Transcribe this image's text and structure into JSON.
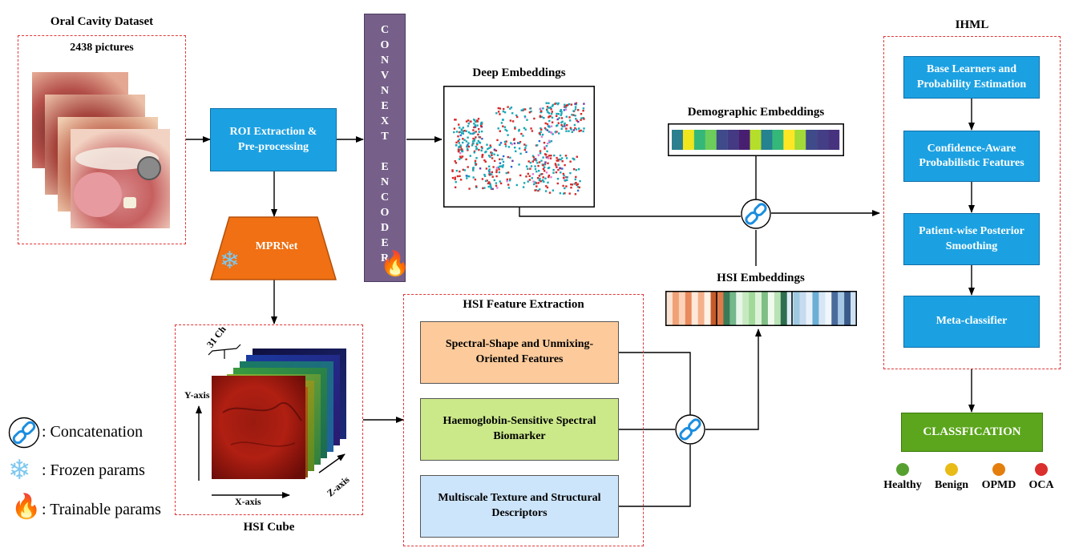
{
  "dataset": {
    "title": "Oral Cavity Dataset",
    "count_label": "2438 pictures"
  },
  "roi": {
    "label_line1": "ROI Extraction &",
    "label_line2": "Pre-processing"
  },
  "mprnet": {
    "label": "MPRNet"
  },
  "encoder": {
    "letters": [
      "C",
      "O",
      "N",
      "V",
      "N",
      "E",
      "X",
      "T",
      "",
      "E",
      "N",
      "C",
      "O",
      "D",
      "E",
      "R"
    ]
  },
  "deep": {
    "title": "Deep Embeddings"
  },
  "demographic": {
    "title": "Demographic Embeddings",
    "colors": [
      "#2c7f8e",
      "#f1e51d",
      "#35b779",
      "#6ccd5a",
      "#3e4a89",
      "#443983",
      "#481f70",
      "#b5de2b",
      "#26828e",
      "#35b779",
      "#fde725",
      "#a2da37",
      "#3e4a89",
      "#433e85",
      "#46327e"
    ]
  },
  "hsi_emb": {
    "title": "HSI Embeddings",
    "colors": [
      "#fbe3d2",
      "#f0a277",
      "#fcd3b8",
      "#e88a5c",
      "#fde8da",
      "#f4b08b",
      "#fff1e6",
      "#c65b2a",
      "#e07a4a",
      "#3b7a57",
      "#74b78b",
      "#e8f5e9",
      "#c7e9c0",
      "#a1d99b",
      "#ddf2d8",
      "#7fbf86",
      "#f1faee",
      "#b9e3b5",
      "#2f6e4f",
      "#dfeef8",
      "#9ecae1",
      "#c6dbef",
      "#e8f1fa",
      "#6baed6",
      "#d6e6f4",
      "#f0f6fb",
      "#4a6b9c",
      "#a6c8e4",
      "#3a5a8a",
      "#d0e2f2"
    ]
  },
  "hsi_feat": {
    "title": "HSI Feature Extraction",
    "box1": {
      "line1": "Spectral-Shape and Unmixing-",
      "line2": "Oriented Features"
    },
    "box2": {
      "line1": "Haemoglobin-Sensitive Spectral",
      "line2": "Biomarker"
    },
    "box3": {
      "line1": "Multiscale Texture and Structural",
      "line2": "Descriptors"
    }
  },
  "cube": {
    "title": "HSI Cube",
    "ch": "31 Ch",
    "y_axis": "Y-axis",
    "x_axis": "X-axis",
    "z_axis": "Z-axis"
  },
  "ihml": {
    "title": "IHML",
    "step1": {
      "line1": "Base Learners and",
      "line2": "Probability Estimation"
    },
    "step2": {
      "line1": "Confidence-Aware",
      "line2": "Probabilistic Features"
    },
    "step3": {
      "line1": "Patient-wise Posterior",
      "line2": "Smoothing"
    },
    "step4": {
      "line1": "Meta-classifier"
    }
  },
  "classification": {
    "label": "CLASSFICATION",
    "classes": [
      {
        "name": "Healthy",
        "color": "#5aa832"
      },
      {
        "name": "Benign",
        "color": "#f5c518"
      },
      {
        "name": "OPMD",
        "color": "#f0860f"
      },
      {
        "name": "OCA",
        "color": "#e5312f"
      }
    ]
  },
  "legend": {
    "concat": ": Concatenation",
    "frozen": ": Frozen params",
    "trainable": ": Trainable params"
  }
}
